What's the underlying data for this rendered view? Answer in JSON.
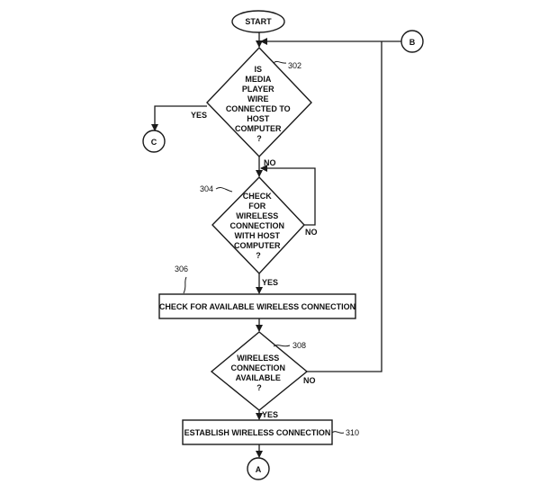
{
  "nodes": {
    "start": {
      "text": "START"
    },
    "decision_302": {
      "lines": [
        "IS",
        "MEDIA",
        "PLAYER",
        "WIRE",
        "CONNECTED TO",
        "HOST",
        "COMPUTER",
        "?"
      ],
      "ref": "302"
    },
    "decision_304": {
      "lines": [
        "CHECK",
        "FOR",
        "WIRELESS",
        "CONNECTION",
        "WITH HOST",
        "COMPUTER",
        "?"
      ],
      "ref": "304"
    },
    "process_306": {
      "text": "CHECK FOR AVAILABLE WIRELESS CONNECTION",
      "ref": "306"
    },
    "decision_308": {
      "lines": [
        "WIRELESS",
        "CONNECTION",
        "AVAILABLE",
        "?"
      ],
      "ref": "308"
    },
    "process_310": {
      "text": "ESTABLISH WIRELESS CONNECTION",
      "ref": "310"
    },
    "connector_a": {
      "text": "A"
    },
    "connector_b": {
      "text": "B"
    },
    "connector_c": {
      "text": "C"
    }
  },
  "edge_labels": {
    "d302_yes": "YES",
    "d302_no": "NO",
    "d304_no": "NO",
    "d304_yes": "YES",
    "d308_no": "NO",
    "d308_yes": "YES"
  }
}
